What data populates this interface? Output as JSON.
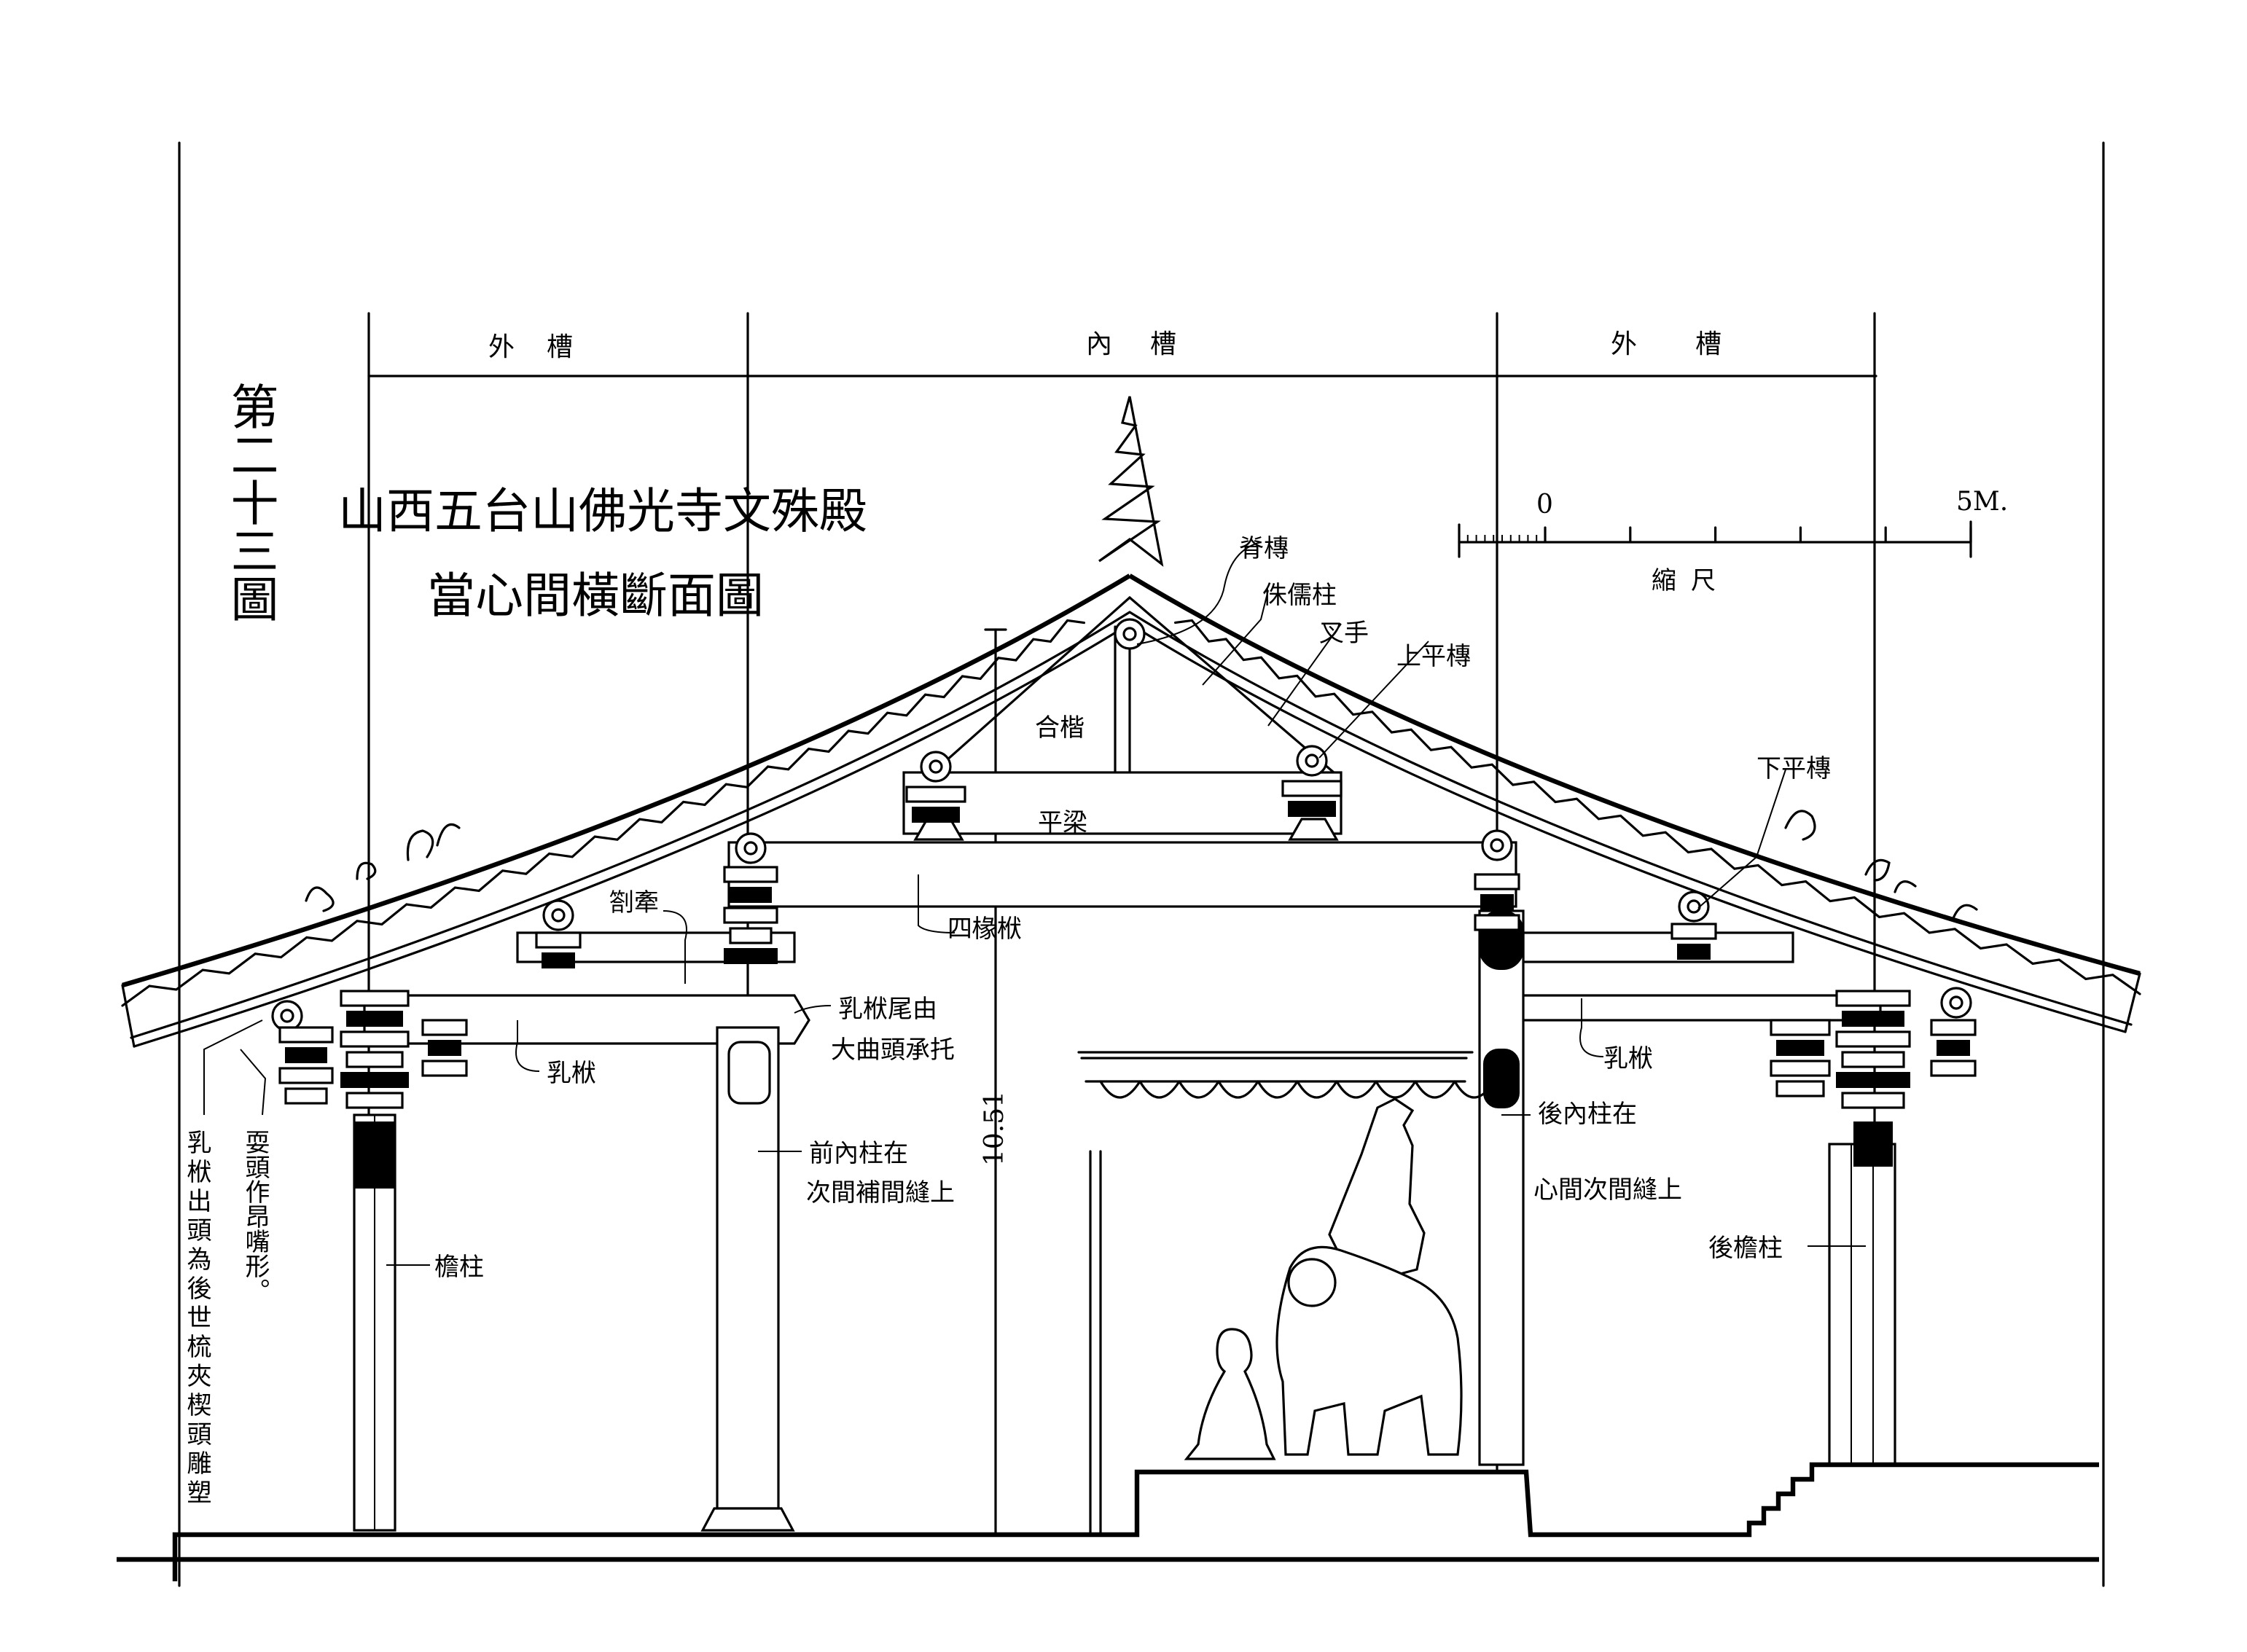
{
  "figure": {
    "number_label": "第二十三圖",
    "title": "山西五台山佛光寺文殊殿",
    "subtitle": "當心間橫斷面圖"
  },
  "bays": [
    "外槽",
    "內槽",
    "外槽"
  ],
  "scale_bar": {
    "start": "0",
    "end": "5M.",
    "label": "縮尺"
  },
  "height_dimension": "10.51",
  "labels": {
    "ridge_purlin": "脊槫",
    "king_post": "侏儒柱",
    "inclined_strut": "叉手",
    "upper_purlin": "上平槫",
    "hetuo": "合楷",
    "flat_beam": "平梁",
    "lower_purlin": "下平槫",
    "zhaqian": "劄牽",
    "four_rafter_beam": "四椽栿",
    "rufu_tail_line1": "乳栿尾由",
    "rufu_tail_line2": "大曲頭承托",
    "rufu_left": "乳栿",
    "rufu_right": "乳栿",
    "front_inner_col_line1": "前內柱在",
    "front_inner_col_line2": "次間補間縫上",
    "rear_inner_col_line1": "後內柱在",
    "rear_inner_col_line2": "心間次間縫上",
    "rear_eave_col": "後檐柱",
    "eave_col": "檐柱",
    "shuatou_note": "耍頭作昂嘴形。",
    "rufu_end_note": "乳栿出頭為後世梳夾楔頭雕塑"
  }
}
